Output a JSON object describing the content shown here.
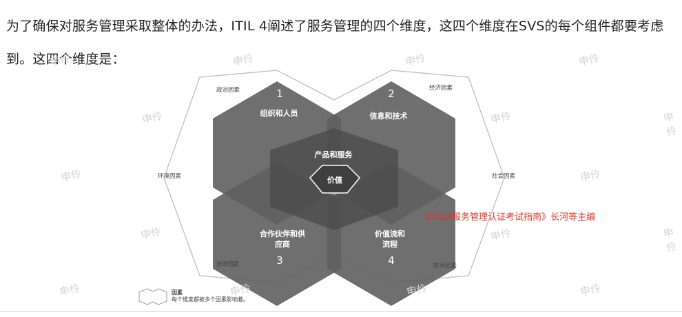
{
  "intro_text": "为了确保对服务管理采取整体的办法，ITIL 4阐述了服务管理的四个维度，这四个维度在SVS的每个组件都要考虑到。这四个维度是：",
  "diagram": {
    "dimensions": [
      {
        "number": "1",
        "label": "组织和人员"
      },
      {
        "number": "2",
        "label": "信息和技术"
      },
      {
        "number": "3",
        "label_line1": "合作伙伴和供",
        "label_line2": "应商"
      },
      {
        "number": "4",
        "label_line1": "价值流和",
        "label_line2": "流程"
      }
    ],
    "center_upper_label": "产品和服务",
    "center_label": "价值",
    "factors": {
      "political": "政治因素",
      "economic": "经济因素",
      "environmental": "环境因素",
      "social": "社会因素",
      "legal": "法律因素",
      "technological": "技术因素"
    },
    "legend": {
      "title": "因素",
      "description": "每个维度都被多个因素影响着。"
    }
  },
  "source_note": "《ITIL4服务管理认证考试指南》长河等主编",
  "watermark_text": "申伶",
  "colors": {
    "hex_fill": "#5f5f5f",
    "overlap_fill": "#4a4a4a",
    "center_fill": "#3f3f3f",
    "outline": "#bdbdbd",
    "source_note": "#e8302a"
  }
}
